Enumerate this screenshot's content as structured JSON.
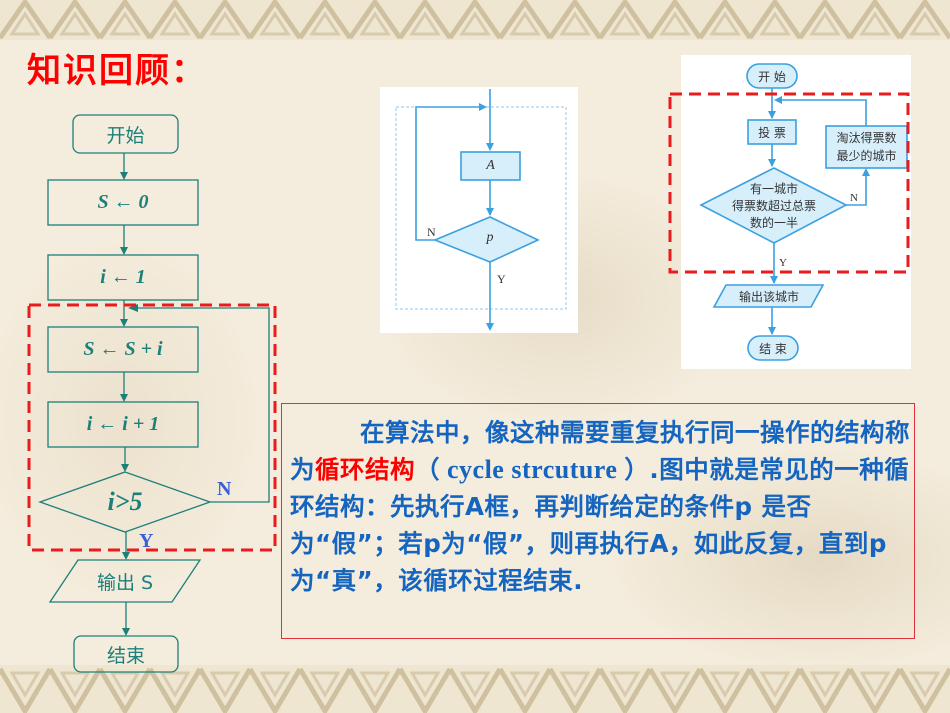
{
  "slide": {
    "title": "知识回顾：",
    "colors": {
      "title": "#ff0000",
      "flow_teal": "#1d7f7a",
      "label_blue": "#3a5fd9",
      "dash_red": "#e81c1c",
      "body_blue": "#1565c0",
      "panel_blue": "#3ba0e0",
      "panel_fill": "#d7eefb"
    }
  },
  "left_flowchart": {
    "start": "开始",
    "step1": "S ← 0",
    "step2": "i ← 1",
    "step3": "S ← S + i",
    "step4": "i ← i + 1",
    "condition": "i>5",
    "no_label": "N",
    "yes_label": "Y",
    "output": "输出 S",
    "end": "结束"
  },
  "middle_flowchart": {
    "box": "A",
    "condition": "p",
    "no_label": "N",
    "yes_label": "Y"
  },
  "right_flowchart": {
    "start": "开 始",
    "vote": "投 票",
    "eliminate_line1": "淘汰得票数",
    "eliminate_line2": "最少的城市",
    "cond_line1": "有一城市",
    "cond_line2": "得票数超过总票",
    "cond_line3": "数的一半",
    "no_label": "N",
    "yes_label": "Y",
    "output": "输出该城市",
    "end": "结 束"
  },
  "explanation": {
    "part1": "在算法中，像这种需要重复执行同一操作的结构称为",
    "highlight": "循环结构",
    "part2_open": "（",
    "part2_latin": " cycle strcuture ",
    "part2_close": "）.",
    "part3": "图中就是常见的一种循环结构：先执行A框，再判断给定的条件p  是否为“假”；若p为“假”，则再执行A，如此反复，直到p为“真”，该循环过程结束."
  }
}
